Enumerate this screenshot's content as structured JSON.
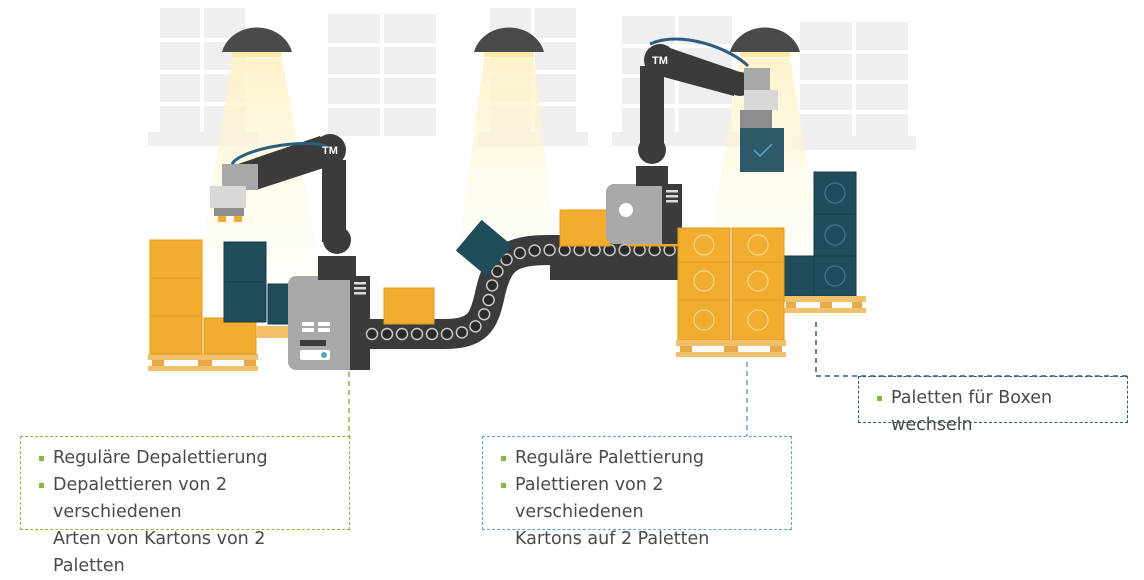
{
  "colors": {
    "box_orange": "#f2ad31",
    "box_dark": "#1f4d5c",
    "pallet": "#f0c06a",
    "robot_dark": "#3b3b3b",
    "robot_grey": "#a9a9a9",
    "green_dashed": "#86b93a",
    "blue_dashed": "#5aa6c8",
    "navy_dashed": "#2c5d7e",
    "window": "#efefef",
    "lamp": "#4a4a4a"
  },
  "robots": [
    {
      "logo": "TM"
    },
    {
      "logo": "TM"
    }
  ],
  "callouts": {
    "depalletizing": {
      "items": [
        "Reguläre Depalettierung",
        "Depalettieren von 2 verschiedenen"
      ],
      "continuation": "Arten von Kartons von 2 Paletten"
    },
    "palletizing": {
      "items": [
        "Reguläre Palettierung",
        "Palettieren von 2 verschiedenen"
      ],
      "continuation": "Kartons auf 2 Paletten"
    },
    "pallet_change": {
      "items": [
        "Paletten für Boxen wechseln"
      ]
    }
  }
}
